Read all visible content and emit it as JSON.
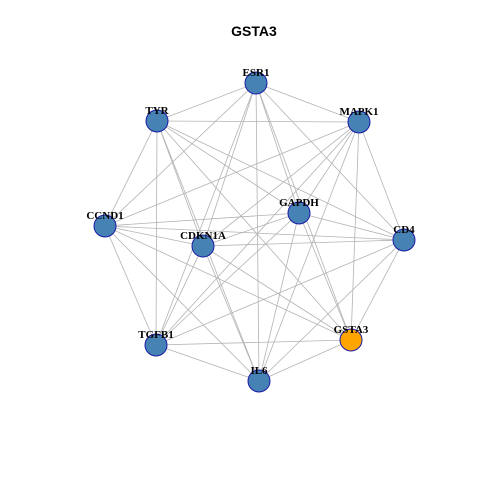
{
  "title": "GSTA3",
  "colors": {
    "node_default": "#4682b4",
    "node_highlight": "#ffa500",
    "node_border": "#1a1aa6",
    "edge": "#b3b3b3"
  },
  "nodes": [
    {
      "id": "ESR1",
      "label": "ESR1",
      "highlight": false
    },
    {
      "id": "MAPK1",
      "label": "MAPK1",
      "highlight": false
    },
    {
      "id": "TYR",
      "label": "TYR",
      "highlight": false
    },
    {
      "id": "GAPDH",
      "label": "GAPDH",
      "highlight": false
    },
    {
      "id": "CCND1",
      "label": "CCND1",
      "highlight": false
    },
    {
      "id": "CDKN1A",
      "label": "CDKN1A",
      "highlight": false
    },
    {
      "id": "CD4",
      "label": "CD4",
      "highlight": false
    },
    {
      "id": "GSTA3",
      "label": "GSTA3",
      "highlight": true
    },
    {
      "id": "TGFB1",
      "label": "TGFB1",
      "highlight": false
    },
    {
      "id": "IL6",
      "label": "IL6",
      "highlight": false
    }
  ],
  "edges": [
    [
      "ESR1",
      "MAPK1"
    ],
    [
      "ESR1",
      "TYR"
    ],
    [
      "ESR1",
      "GAPDH"
    ],
    [
      "ESR1",
      "CCND1"
    ],
    [
      "ESR1",
      "CDKN1A"
    ],
    [
      "ESR1",
      "CD4"
    ],
    [
      "ESR1",
      "GSTA3"
    ],
    [
      "ESR1",
      "TGFB1"
    ],
    [
      "ESR1",
      "IL6"
    ],
    [
      "MAPK1",
      "TYR"
    ],
    [
      "MAPK1",
      "GAPDH"
    ],
    [
      "MAPK1",
      "CCND1"
    ],
    [
      "MAPK1",
      "CDKN1A"
    ],
    [
      "MAPK1",
      "CD4"
    ],
    [
      "MAPK1",
      "GSTA3"
    ],
    [
      "MAPK1",
      "TGFB1"
    ],
    [
      "MAPK1",
      "IL6"
    ],
    [
      "TYR",
      "GAPDH"
    ],
    [
      "TYR",
      "CCND1"
    ],
    [
      "TYR",
      "CDKN1A"
    ],
    [
      "TYR",
      "CD4"
    ],
    [
      "TYR",
      "GSTA3"
    ],
    [
      "TYR",
      "TGFB1"
    ],
    [
      "TYR",
      "IL6"
    ],
    [
      "GAPDH",
      "CCND1"
    ],
    [
      "GAPDH",
      "CDKN1A"
    ],
    [
      "GAPDH",
      "CD4"
    ],
    [
      "GAPDH",
      "GSTA3"
    ],
    [
      "GAPDH",
      "TGFB1"
    ],
    [
      "GAPDH",
      "IL6"
    ],
    [
      "CCND1",
      "CDKN1A"
    ],
    [
      "CCND1",
      "CD4"
    ],
    [
      "CCND1",
      "GSTA3"
    ],
    [
      "CCND1",
      "TGFB1"
    ],
    [
      "CCND1",
      "IL6"
    ],
    [
      "CDKN1A",
      "CD4"
    ],
    [
      "CDKN1A",
      "GSTA3"
    ],
    [
      "CDKN1A",
      "TGFB1"
    ],
    [
      "CDKN1A",
      "IL6"
    ],
    [
      "CD4",
      "GSTA3"
    ],
    [
      "CD4",
      "TGFB1"
    ],
    [
      "CD4",
      "IL6"
    ],
    [
      "GSTA3",
      "TGFB1"
    ],
    [
      "GSTA3",
      "IL6"
    ],
    [
      "TGFB1",
      "IL6"
    ]
  ]
}
